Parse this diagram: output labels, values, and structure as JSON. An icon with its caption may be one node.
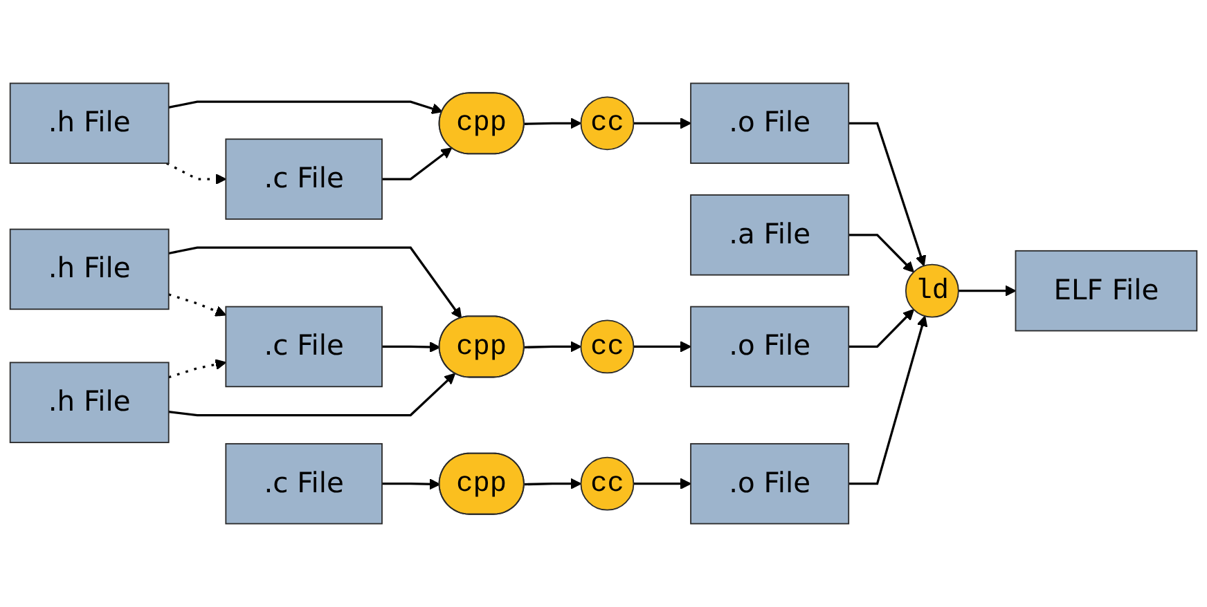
{
  "diagram": {
    "nodes": [
      {
        "text": [
          ".h File"
        ]
      },
      {
        "text": [
          ".c File"
        ]
      },
      {
        "text": [
          "cpp"
        ]
      },
      {
        "text": [
          "cc"
        ]
      },
      {
        "text": [
          ".o File"
        ]
      },
      {
        "text": [
          ".a File"
        ]
      },
      {
        "text": [
          ".h File"
        ]
      },
      {
        "text": [
          ".c File"
        ]
      },
      {
        "text": [
          "cpp"
        ]
      },
      {
        "text": [
          "cc"
        ]
      },
      {
        "text": [
          ".o File"
        ]
      },
      {
        "text": [
          "ld"
        ]
      },
      {
        "text": [
          "ELF File"
        ]
      },
      {
        "text": [
          ".h File"
        ]
      },
      {
        "text": [
          ".c File"
        ]
      },
      {
        "text": [
          "cpp"
        ]
      },
      {
        "text": [
          "cc"
        ]
      },
      {
        "text": [
          ".o File"
        ]
      }
    ],
    "edges": [
      {
        "from": 0,
        "to": 1,
        "arrow": "to",
        "style": "dashed"
      },
      {
        "from": 0,
        "to": 2,
        "arrow": "to"
      },
      {
        "from": 1,
        "to": 2,
        "arrow": "to"
      },
      {
        "from": 2,
        "to": 3,
        "arrow": "to"
      },
      {
        "from": 3,
        "to": 4,
        "arrow": "to"
      },
      {
        "from": 4,
        "to": 11,
        "arrow": "to"
      },
      {
        "from": 5,
        "to": 11,
        "arrow": "to"
      },
      {
        "from": 6,
        "to": 7,
        "arrow": "to",
        "style": "dashed"
      },
      {
        "from": 6,
        "to": 8,
        "arrow": "to"
      },
      {
        "from": 7,
        "to": 8,
        "arrow": "to"
      },
      {
        "from": 13,
        "to": 7,
        "arrow": "to",
        "style": "dashed"
      },
      {
        "from": 13,
        "to": 8,
        "arrow": "to"
      },
      {
        "from": 8,
        "to": 9,
        "arrow": "to"
      },
      {
        "from": 9,
        "to": 10,
        "arrow": "to"
      },
      {
        "from": 10,
        "to": 11,
        "arrow": "to"
      },
      {
        "from": 11,
        "to": 12,
        "arrow": "to"
      },
      {
        "from": 14,
        "to": 15,
        "arrow": "to"
      },
      {
        "from": 15,
        "to": 16,
        "arrow": "to"
      },
      {
        "from": 16,
        "to": 17,
        "arrow": "to"
      },
      {
        "from": 17,
        "to": 11,
        "arrow": "to"
      }
    ]
  }
}
